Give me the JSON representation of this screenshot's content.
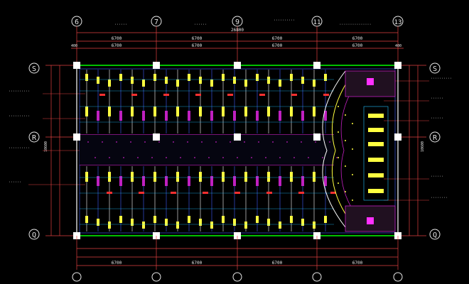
{
  "colors": {
    "background": "#000000",
    "grid_axis": "#ff3030",
    "dimension": "#e04040",
    "wall": "#ffffff",
    "green_edge": "#00c000",
    "magenta": "#c020c0",
    "fixture": "#ffff40",
    "cyan_line": "#20c0ff",
    "blue_line": "#4060ff"
  },
  "axes_top": [
    "6",
    "7",
    "9",
    "11",
    "13"
  ],
  "axes_side": [
    "S",
    "R",
    "Q"
  ],
  "dims": {
    "total_top": "26800",
    "span": "6700",
    "half_left": "400",
    "half_right": "400",
    "left_vertical": "10600",
    "right_vertical": "10600"
  },
  "annotations_top": [
    "······",
    "······",
    "··········",
    "···············"
  ],
  "annotations_left": [
    "··········",
    "··········",
    "··········",
    "······"
  ],
  "annotations_right": [
    "··········",
    "······",
    "······",
    "······",
    "········"
  ],
  "bottom_dims": [
    "6700",
    "6700",
    "6700",
    "6700"
  ]
}
